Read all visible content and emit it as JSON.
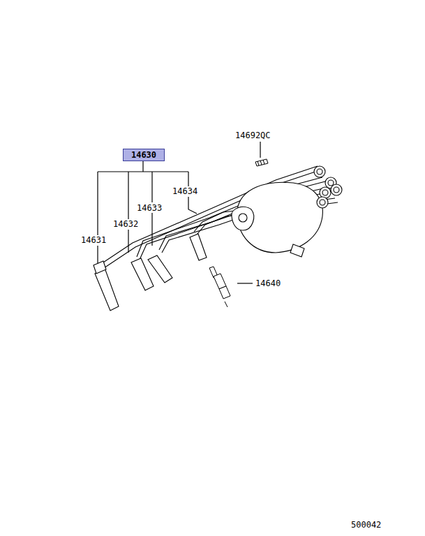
{
  "diagram": {
    "nodes": [
      {
        "text": [
          "14630"
        ]
      }
    ],
    "labels": [
      "14692QC",
      "14634",
      "14633",
      "14632",
      "14631",
      "14640",
      "500042"
    ]
  }
}
